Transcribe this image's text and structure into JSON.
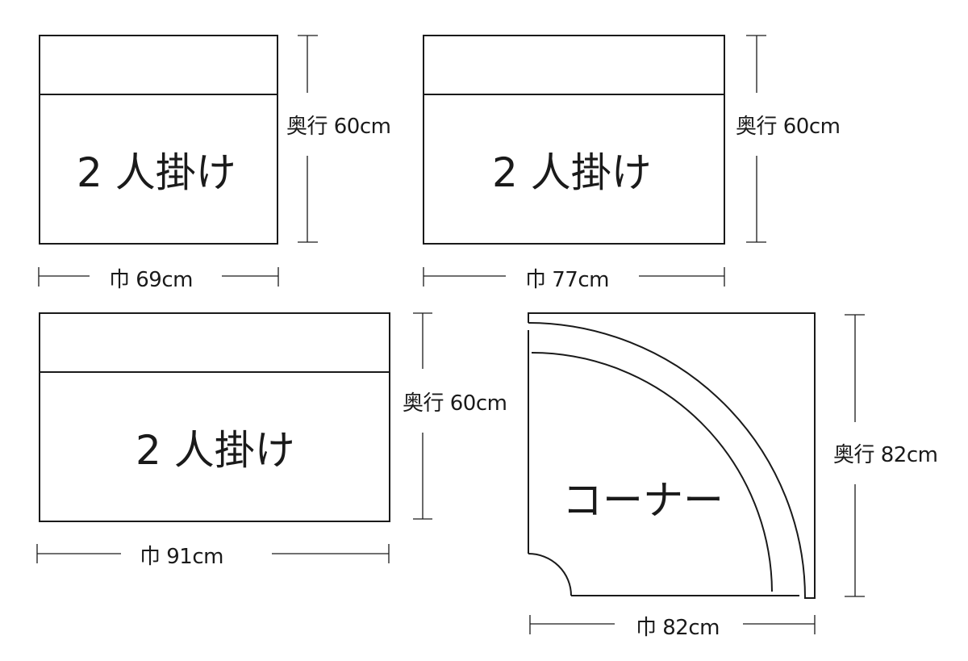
{
  "colors": {
    "stroke": "#1a1a1a",
    "background": "#ffffff"
  },
  "units": [
    {
      "name": "2人掛け (69cm)",
      "label": "2 人掛け",
      "width_label": "巾 69cm",
      "depth_label": "奥行 60cm"
    },
    {
      "name": "2人掛け (77cm)",
      "label": "2 人掛け",
      "width_label": "巾 77cm",
      "depth_label": "奥行 60cm"
    },
    {
      "name": "2人掛け (91cm)",
      "label": "2 人掛け",
      "width_label": "巾 91cm",
      "depth_label": "奥行 60cm"
    },
    {
      "name": "コーナー",
      "label": "コーナー",
      "width_label": "巾 82cm",
      "depth_label": "奥行 82cm"
    }
  ]
}
